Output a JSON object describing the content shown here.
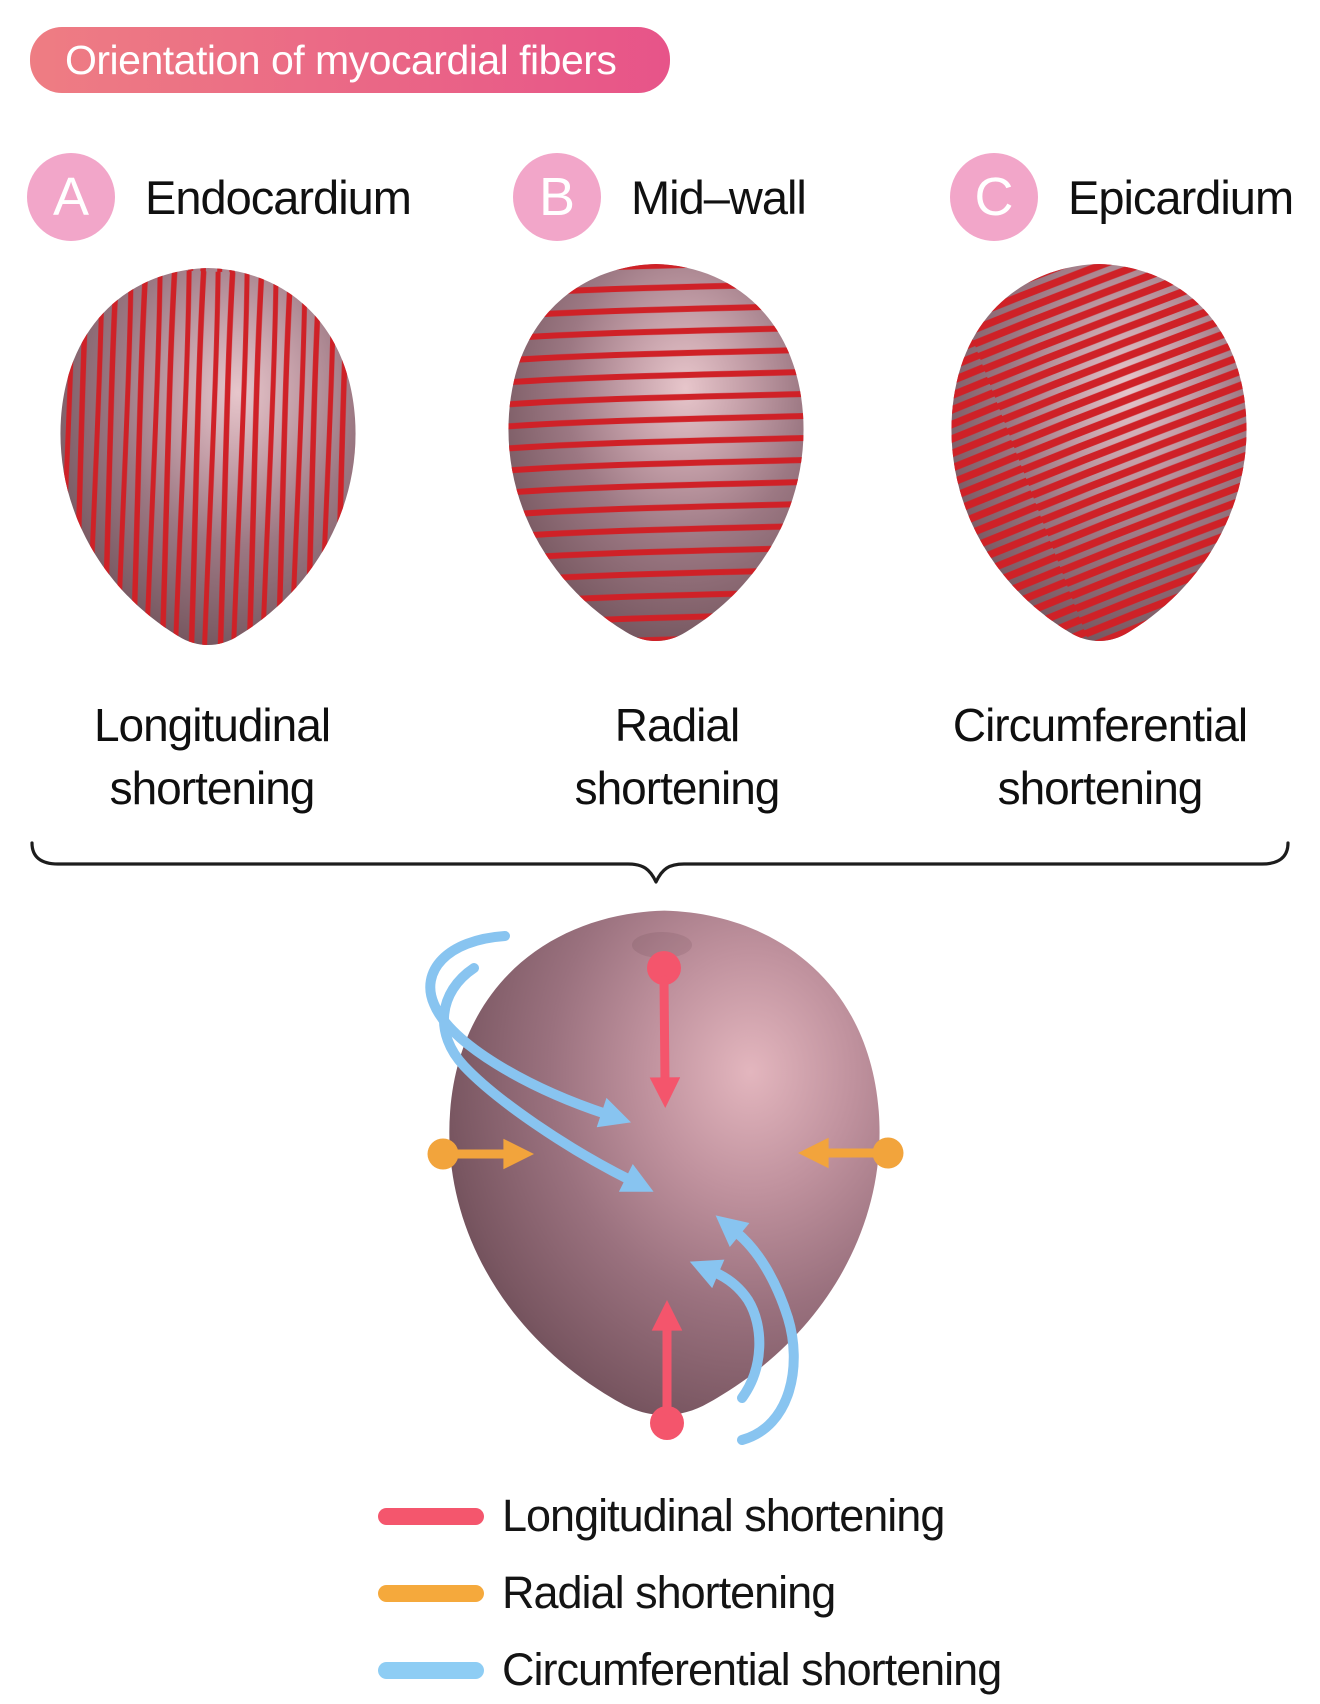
{
  "title": "Orientation of myocardial fibers",
  "panels": [
    {
      "letter": "A",
      "label": "Endocardium",
      "caption": [
        "Longitudinal",
        "shortening"
      ],
      "fiber_orientation": "longitudinal (near-vertical fibers)"
    },
    {
      "letter": "B",
      "label": "Mid–wall",
      "caption": [
        "Radial",
        "shortening"
      ],
      "fiber_orientation": "horizontal (circumferential fibers)"
    },
    {
      "letter": "C",
      "label": "Epicardium",
      "caption": [
        "Circumferential",
        "shortening"
      ],
      "fiber_orientation": "oblique (dense diagonal fibers)"
    }
  ],
  "legend": [
    {
      "label": "Longitudinal shortening",
      "color": "#f4566d"
    },
    {
      "label": "Radial shortening",
      "color": "#f5a93c"
    },
    {
      "label": "Circumferential shortening",
      "color": "#8ecdf4"
    }
  ],
  "colors": {
    "banner_gradient_left": "#ee7d83",
    "banner_gradient_right": "#e75489",
    "badge_pink": "#f2a6c9",
    "fiber_red": "#cf2127",
    "heart_base_mauve": "#9c7883",
    "arrow_red": "#f4556c",
    "arrow_orange": "#f2a43c",
    "arrow_blue": "#88c4f0",
    "brace_black": "#1d1d1d"
  }
}
